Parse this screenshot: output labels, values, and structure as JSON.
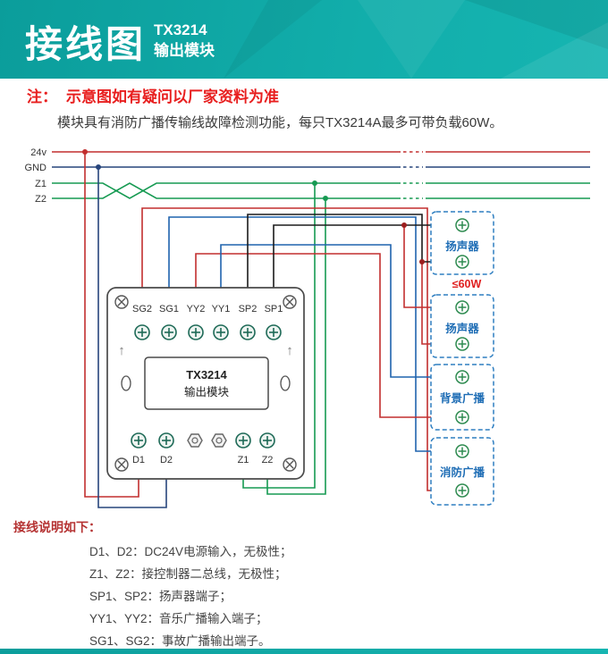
{
  "header": {
    "title": "接线图",
    "model": "TX3214",
    "subtitle": "输出模块"
  },
  "note": {
    "prefix": "注：",
    "warning": "示意图如有疑问以厂家资料为准",
    "description": "模块具有消防广播传输线故障检测功能，每只TX3214A最多可带负载60W。"
  },
  "bus": {
    "labels": [
      "24v",
      "GND",
      "Z1",
      "Z2"
    ]
  },
  "module": {
    "name": "TX3214",
    "type": "输出模块",
    "top_terminals": [
      "SG2",
      "SG1",
      "YY2",
      "YY1",
      "SP2",
      "SP1"
    ],
    "bottom_terminals": [
      "D1",
      "D2",
      "Z1",
      "Z2"
    ]
  },
  "devices": {
    "speaker1_label": "扬声器",
    "speaker2_label": "扬声器",
    "background_label": "背景广播",
    "fire_label": "消防广播",
    "load_label": "≤60W"
  },
  "legend": {
    "title": "接线说明如下：",
    "items": [
      "D1、D2：DC24V电源输入，无极性；",
      "Z1、Z2：接控制器二总线，无极性；",
      "SP1、SP2：扬声器端子；",
      "YY1、YY2：音乐广播输入端子；",
      "SG1、SG2：事故广播输出端子。"
    ]
  },
  "colors": {
    "accent_teal": "#12aeab",
    "wire_red": "#c22f2f",
    "wire_blue": "#1f63ae",
    "wire_green": "#169a52",
    "wire_navy": "#27457c",
    "wire_black": "#1c1c1c",
    "device_box_blue": "#2f7fc1",
    "note_red": "#e81f1f"
  }
}
